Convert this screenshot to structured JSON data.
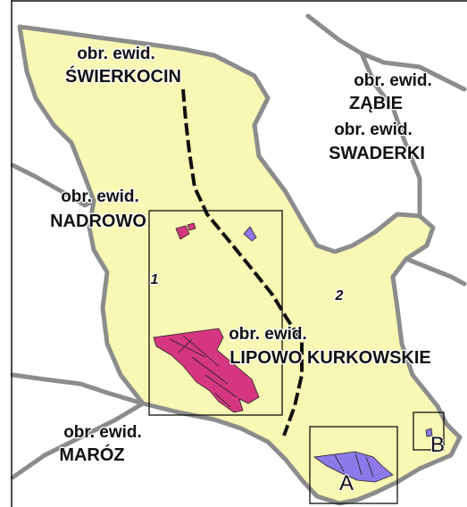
{
  "map": {
    "colors": {
      "area_fill": "#f8f7b3",
      "border_gray": "#8c8c8c",
      "parcel_magenta": "#d4377f",
      "parcel_violet": "#8c78e6",
      "route_line": "#111111"
    },
    "labels": {
      "swierkocin": {
        "prefix": "obr. ewid.",
        "name": "ŚWIERKOCIN"
      },
      "zabie": {
        "prefix": "obr. ewid.",
        "name": "ZĄBIE"
      },
      "swaderki": {
        "prefix": "obr. ewid.",
        "name": "SWADERKI"
      },
      "nadrowo": {
        "prefix": "obr. ewid.",
        "name": "NADROWO"
      },
      "lipowo": {
        "prefix": "obr. ewid.",
        "name": "LIPOWO KURKOWSKIE"
      },
      "maroz": {
        "prefix": "obr. ewid.",
        "name": "MARÓZ"
      }
    },
    "zones": {
      "one": "1",
      "two": "2"
    },
    "insets": {
      "a": "A",
      "b": "B"
    }
  }
}
